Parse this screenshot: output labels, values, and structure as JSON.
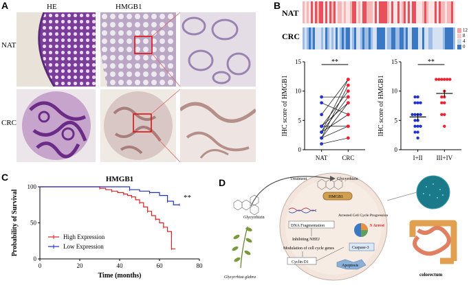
{
  "panels": {
    "A": {
      "letter": "A",
      "col_labels": [
        "HE",
        "HMGB1"
      ],
      "row_labels": [
        "NAT",
        "CRC"
      ]
    },
    "B": {
      "letter": "B",
      "heatmap_rows": [
        "NAT",
        "CRC"
      ],
      "legend_values": [
        "12",
        "8",
        "4",
        "0"
      ],
      "colors": {
        "high": "#e8505b",
        "low": "#3b78c4"
      }
    },
    "C": {
      "letter": "C"
    },
    "D": {
      "letter": "D",
      "labels": {
        "treatment": "Treatment",
        "glycyrrhizin_top": "Glycyrrhizin",
        "hmgb1": "HMGB1",
        "glycyrrhizin_left": "Glycyrrhizin",
        "plant": "Glycyrrhiza glabra",
        "dna_frag": "DNA Fragmentation",
        "nhej": "Inhibiting NHEJ",
        "modulation": "Modulation of cell cycle genes",
        "cyclin": "Cyclin D1",
        "arrested": "Arrested Cell Cycle Progression",
        "s_arrest": "S Arrest",
        "caspase": "Caspase-3",
        "apoptosis": "Apoptosis",
        "colorectum": "colorectum"
      }
    }
  },
  "chart_data": [
    {
      "type": "scatter",
      "panel": "B-left",
      "ylabel": "IHC score of HMGB1",
      "categories": [
        "NAT",
        "CRC"
      ],
      "yticks": [
        0,
        5,
        10,
        15
      ],
      "ylim": [
        0,
        15
      ],
      "significance": "**",
      "series": [
        {
          "values": [
            1,
            2,
            2,
            2,
            3,
            3,
            3,
            4,
            4,
            4,
            6,
            8,
            9
          ]
        },
        {
          "values": [
            2,
            4,
            4,
            6,
            6,
            8,
            8,
            9,
            9,
            10,
            11,
            12,
            12
          ]
        }
      ]
    },
    {
      "type": "scatter",
      "panel": "B-right",
      "ylabel": "IHC score of HMGB1",
      "categories": [
        "I+II",
        "III+IV"
      ],
      "yticks": [
        0,
        5,
        10,
        15
      ],
      "ylim": [
        0,
        15
      ],
      "significance": "**",
      "series": [
        {
          "values": [
            2,
            3,
            3,
            4,
            4,
            4,
            5,
            5,
            6,
            6,
            6,
            6,
            8,
            8,
            8,
            9,
            9
          ],
          "mean": 5.6
        },
        {
          "values": [
            4,
            6,
            6,
            8,
            8,
            9,
            9,
            10,
            12,
            12,
            12,
            12,
            12,
            12
          ],
          "mean": 9.6
        }
      ]
    },
    {
      "type": "line",
      "panel": "C",
      "title": "HMGB1",
      "xlabel": "Time (months)",
      "ylabel": "Probability of Survival",
      "xticks": [
        0,
        20,
        40,
        60,
        80
      ],
      "yticks": [
        0,
        50,
        100
      ],
      "xlim": [
        0,
        80
      ],
      "ylim": [
        0,
        100
      ],
      "significance": "**",
      "legend": "bottom-left",
      "series": [
        {
          "name": "High Expression",
          "color": "#e02020",
          "points": [
            [
              0,
              100
            ],
            [
              28,
              100
            ],
            [
              30,
              98
            ],
            [
              33,
              96
            ],
            [
              36,
              94
            ],
            [
              39,
              92
            ],
            [
              42,
              90
            ],
            [
              44,
              88
            ],
            [
              46,
              86
            ],
            [
              48,
              82
            ],
            [
              50,
              78
            ],
            [
              52,
              72
            ],
            [
              54,
              66
            ],
            [
              56,
              60
            ],
            [
              58,
              55
            ],
            [
              60,
              50
            ],
            [
              62,
              44
            ],
            [
              64,
              38
            ],
            [
              66,
              14
            ],
            [
              68,
              14
            ]
          ]
        },
        {
          "name": "Low Expression",
          "color": "#2030c0",
          "points": [
            [
              0,
              100
            ],
            [
              40,
              100
            ],
            [
              45,
              96
            ],
            [
              50,
              94
            ],
            [
              55,
              92
            ],
            [
              60,
              88
            ],
            [
              64,
              80
            ],
            [
              67,
              75
            ],
            [
              70,
              75
            ]
          ]
        }
      ]
    }
  ]
}
